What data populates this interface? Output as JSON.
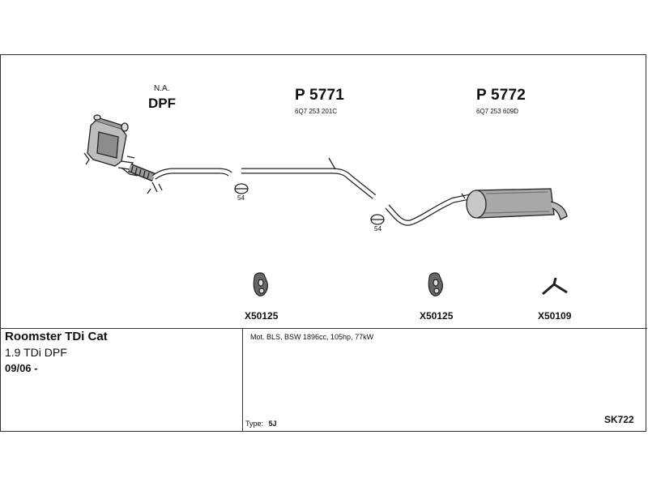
{
  "dpf": {
    "note": "N.A.",
    "label": "DPF"
  },
  "parts": [
    {
      "number": "P 5771",
      "oe": "6Q7 253 201C"
    },
    {
      "number": "P 5772",
      "oe": "6Q7 253 609D"
    }
  ],
  "clamps": [
    {
      "size": "54"
    },
    {
      "size": "54"
    }
  ],
  "mounts": [
    {
      "code": "X50125"
    },
    {
      "code": "X50125"
    },
    {
      "code": "X50109"
    }
  ],
  "vehicle": {
    "model": "Roomster TDi Cat",
    "engine": "1.9 TDi DPF",
    "dates": "09/06 -"
  },
  "details": {
    "motor": "Mot. BLS, BSW 1896cc, 105hp, 77kW",
    "type_label": "Type:",
    "type_value": "5J",
    "code": "SK722"
  }
}
